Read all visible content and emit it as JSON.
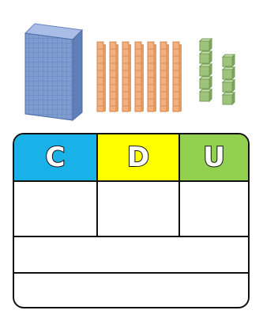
{
  "blocks": {
    "hundreds": {
      "count": 1,
      "color": "#7b96c9"
    },
    "tens": {
      "count": 7,
      "color": "#f2b07a"
    },
    "units": {
      "count": 9,
      "color": "#9ec47b"
    }
  },
  "table": {
    "headers": [
      {
        "key": "C",
        "label": "C",
        "color": "#19b2e8"
      },
      {
        "key": "D",
        "label": "D",
        "color": "#ffff00"
      },
      {
        "key": "U",
        "label": "U",
        "color": "#92d050"
      }
    ],
    "answer_cells": [
      "",
      "",
      ""
    ],
    "line_rows": [
      "",
      ""
    ]
  }
}
